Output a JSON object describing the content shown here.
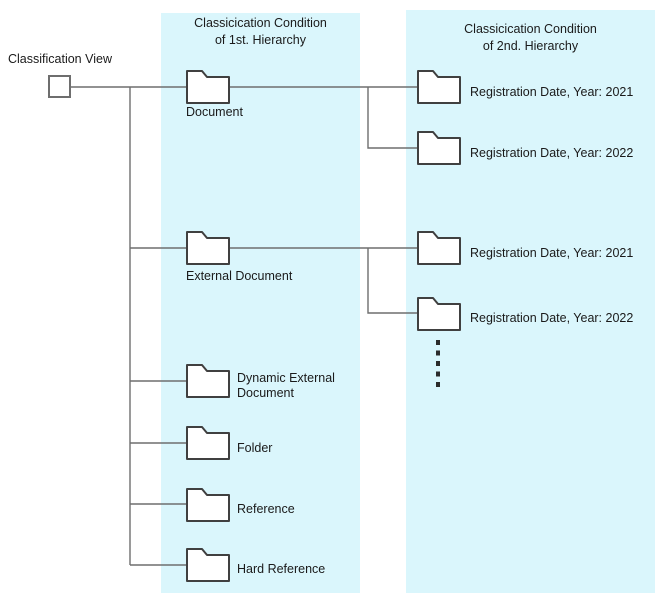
{
  "diagram": {
    "root": {
      "label": "Classification View"
    },
    "panel1": {
      "title_line1": "Classicication Condition",
      "title_line2": "of 1st. Hierarchy",
      "nodes": [
        {
          "label": "Document"
        },
        {
          "label": "External Document"
        },
        {
          "label": "Dynamic External Document"
        },
        {
          "label": "Folder"
        },
        {
          "label": "Reference"
        },
        {
          "label": "Hard Reference"
        }
      ]
    },
    "panel2": {
      "title_line1": "Classicication Condition",
      "title_line2": "of 2nd. Hierarchy",
      "nodes": [
        {
          "label": "Registration Date, Year: 2021"
        },
        {
          "label": "Registration Date, Year: 2022"
        },
        {
          "label": "Registration Date, Year: 2021"
        },
        {
          "label": "Registration Date, Year: 2022"
        }
      ]
    },
    "colors": {
      "panel_bg": "#DAF6FC",
      "connector": "#6E6E6E",
      "folder_stroke": "#404040",
      "folder_fill": "#FFFFFF",
      "text": "#1A1A1A"
    }
  }
}
